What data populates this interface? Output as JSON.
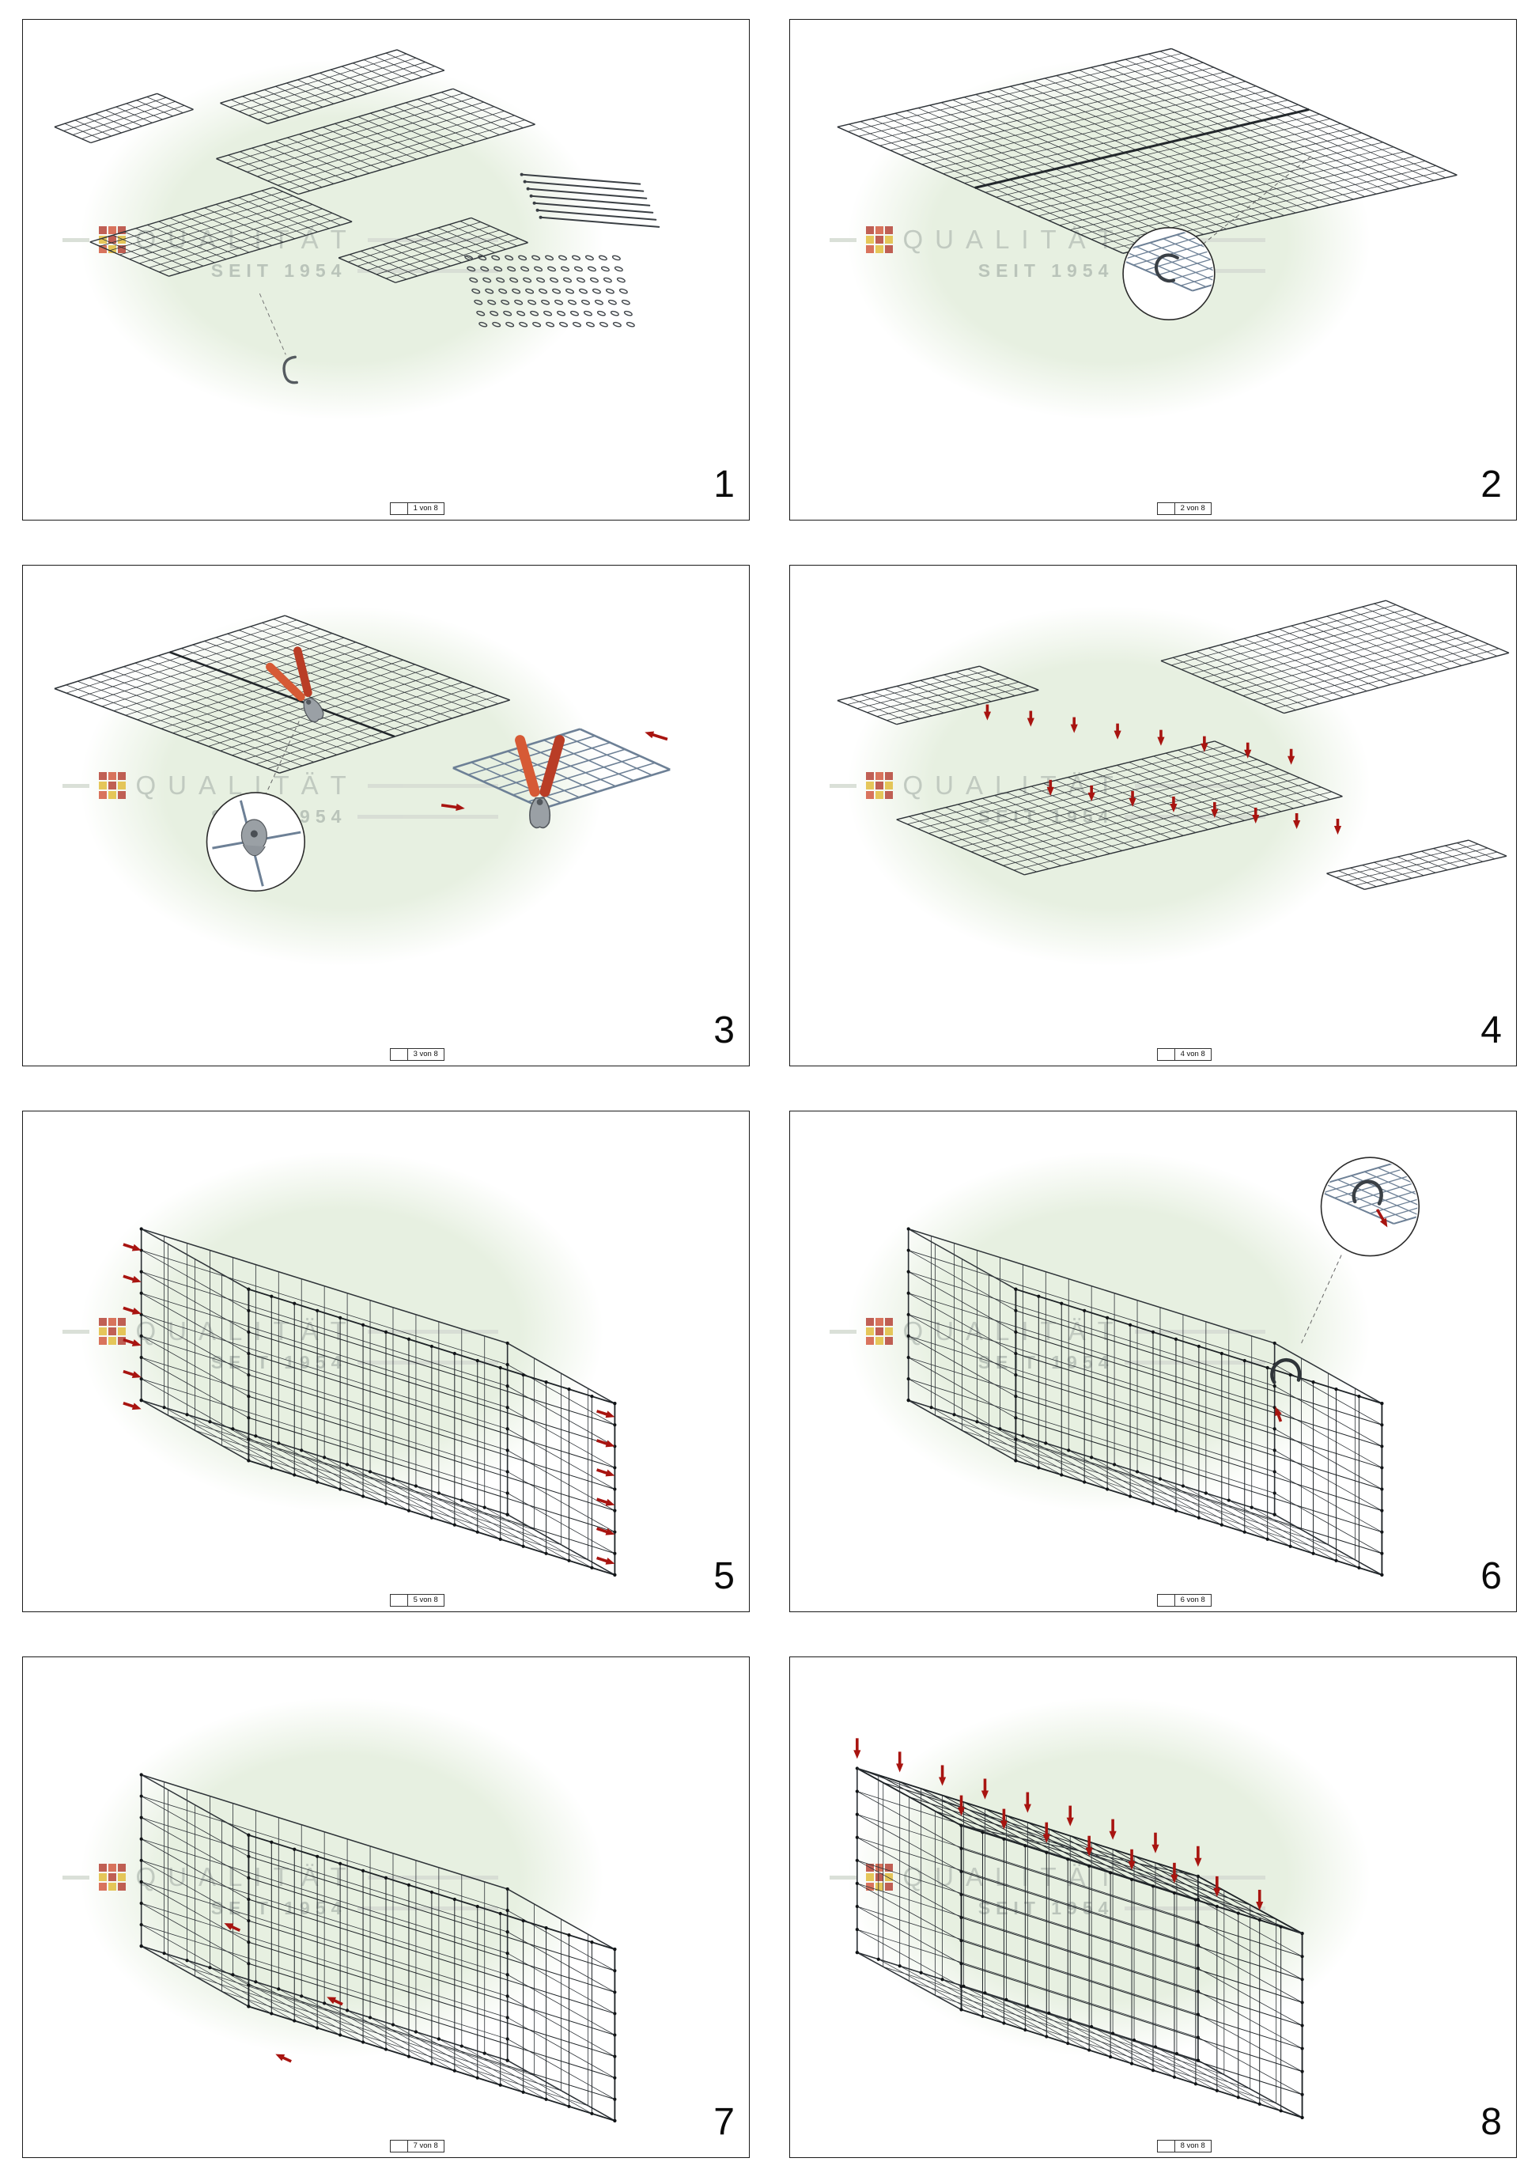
{
  "watermark": {
    "brand": "QUALITÄT",
    "since": "SEIT 1954"
  },
  "panels": [
    {
      "step": "1",
      "sheet": "1 von 8"
    },
    {
      "step": "2",
      "sheet": "2 von 8"
    },
    {
      "step": "3",
      "sheet": "3 von 8"
    },
    {
      "step": "4",
      "sheet": "4 von 8"
    },
    {
      "step": "5",
      "sheet": "5 von 8"
    },
    {
      "step": "6",
      "sheet": "6 von 8"
    },
    {
      "step": "7",
      "sheet": "7 von 8"
    },
    {
      "step": "8",
      "sheet": "8 von 8"
    }
  ],
  "colors": {
    "mesh": "#2e3338",
    "near_mesh": "#1f2428",
    "detail_mesh": "#6d8096",
    "arrow_red": "#a81410",
    "pliers_handle_dark": "#b93d26",
    "pliers_handle_light": "#d65a35",
    "tool_metal": "#9aa0a5",
    "watermark_green": "#e7f0e1",
    "watermark_text": "#bdc6bd",
    "logo_red": "#b03124",
    "logo_orange": "#cf4a2e",
    "logo_yellow": "#e0b72b"
  }
}
